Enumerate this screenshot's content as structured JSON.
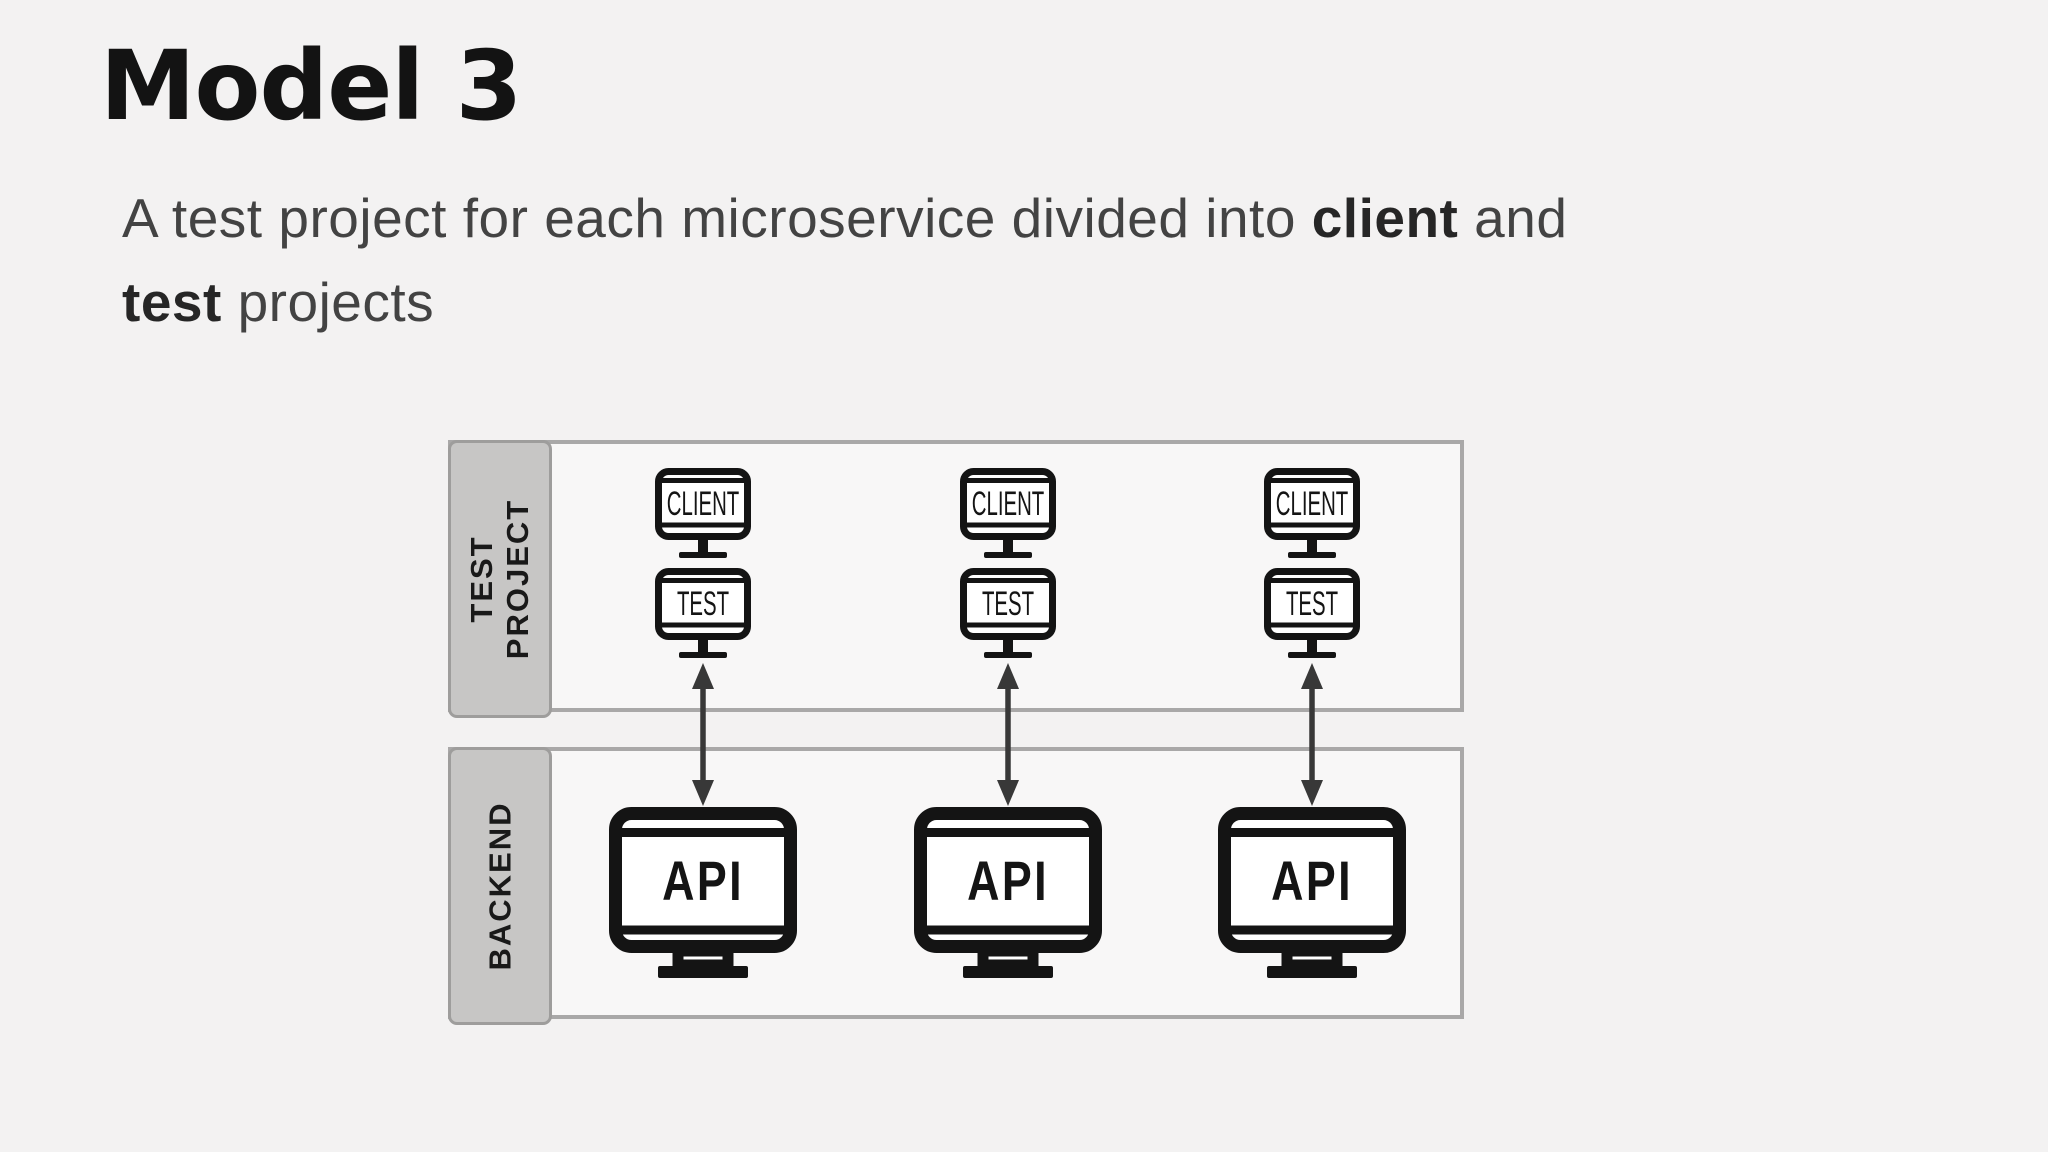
{
  "slide": {
    "title": "Model 3",
    "subtitle": {
      "line1": {
        "pre": "A test project for each microservice divided into ",
        "bold": "client",
        "post": " and"
      },
      "line2": {
        "bold": "test",
        "post": " projects"
      }
    }
  },
  "diagram": {
    "test_band": {
      "label_line1": "TEST",
      "label_line2": "PROJECT"
    },
    "backend_band": {
      "label": "BACKEND"
    },
    "columns": [
      {
        "client": "CLIENT",
        "test": "TEST",
        "api": "API"
      },
      {
        "client": "CLIENT",
        "test": "TEST",
        "api": "API"
      },
      {
        "client": "CLIENT",
        "test": "TEST",
        "api": "API"
      }
    ],
    "colors": {
      "page_background": "#f3f2f2",
      "band_background": "#f8f7f7",
      "band_border": "#a9a8a8",
      "label_strip_background": "#c7c6c5",
      "label_strip_border": "#9e9d9c",
      "icon_ink": "#141414",
      "arrow": "#383838"
    }
  }
}
